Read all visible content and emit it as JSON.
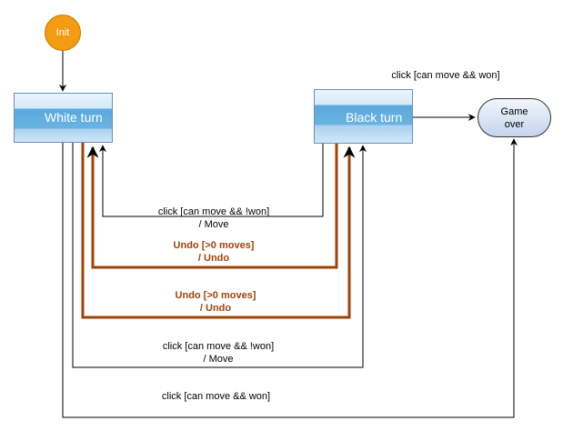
{
  "nodes": {
    "init": "Init",
    "white_turn": "White turn",
    "black_turn": "Black turn",
    "game_over": "Game over"
  },
  "labels": {
    "black_to_gameover": "click [can move && won]",
    "black_to_white_line1": "click [can move && !won]",
    "black_to_white_line2": "/ Move",
    "undo_upper_line1": "Undo [>0 moves]",
    "undo_upper_line2": "/ Undo",
    "undo_lower_line1": "Undo [>0 moves]",
    "undo_lower_line2": "/ Undo",
    "white_to_black_line1": "click [can move && !won]",
    "white_to_black_line2": "/ Move",
    "white_to_gameover": "click [can move && won]"
  },
  "colors": {
    "init_fill": "#f39c12",
    "state_fill": "#69b3e2",
    "gameover_fill": "#c4d5ec",
    "undo_edge": "#a0430a",
    "edge": "#000000"
  }
}
